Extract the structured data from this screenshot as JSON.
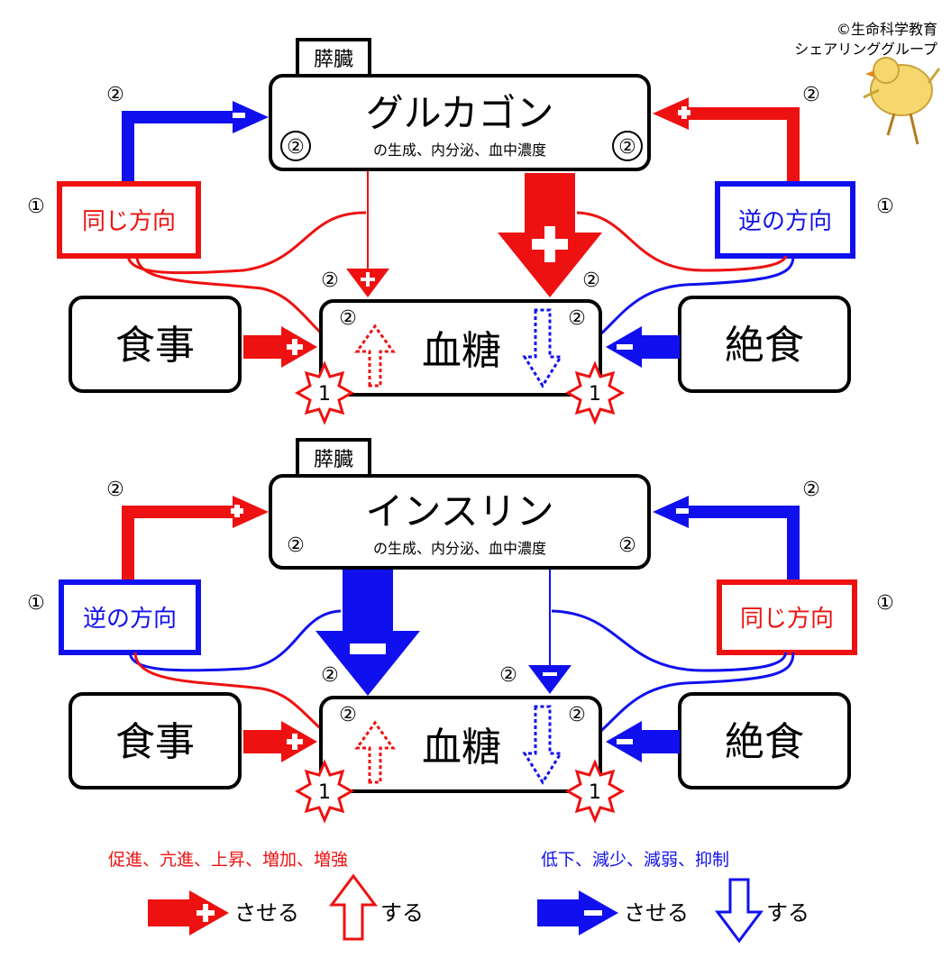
{
  "copyright": {
    "line1": "©生命科学教育",
    "line2": "シェアリンググループ"
  },
  "colors": {
    "red": "#ee1111",
    "blue": "#1010ee",
    "black": "#000000"
  },
  "panels": [
    {
      "organ": "膵臓",
      "hormone": "グルカゴン",
      "hormone_sub": "の生成、内分泌、血中濃度",
      "left_box": "食事",
      "center_box": "血糖",
      "right_box": "絶食",
      "left_direction": "同じ方向",
      "right_direction": "逆の方向",
      "num_circle": "②",
      "num_side": "①",
      "star": "1"
    },
    {
      "organ": "膵臓",
      "hormone": "インスリン",
      "hormone_sub": "の生成、内分泌、血中濃度",
      "left_box": "食事",
      "center_box": "血糖",
      "right_box": "絶食",
      "left_direction": "逆の方向",
      "right_direction": "同じ方向",
      "num_circle": "②",
      "num_side": "①",
      "star": "1"
    }
  ],
  "legend": {
    "red_terms": "促進、亢進、上昇、増加、増強",
    "blue_terms": "低下、減少、減弱、抑制",
    "saseru": "させる",
    "suru": "する"
  }
}
